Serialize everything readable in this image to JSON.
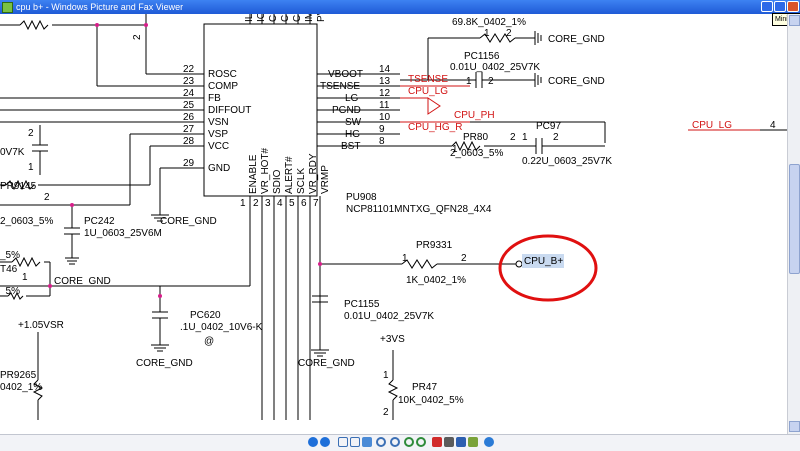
{
  "window": {
    "title": "cpu b+ - Windows Picture and Fax Viewer",
    "tooltip": "Minimize"
  },
  "chip": {
    "pins_top": [
      "ILIM",
      "IOUT",
      "CSCOMP",
      "CSSUM",
      "CSREF",
      "IMAX",
      "PVCC"
    ],
    "pins_left": [
      {
        "num": "22",
        "name": "ROSC"
      },
      {
        "num": "23",
        "name": "COMP"
      },
      {
        "num": "24",
        "name": "FB"
      },
      {
        "num": "25",
        "name": "DIFFOUT"
      },
      {
        "num": "26",
        "name": "VSN"
      },
      {
        "num": "27",
        "name": "VSP"
      },
      {
        "num": "28",
        "name": "VCC"
      },
      {
        "num": "29",
        "name": "GND"
      }
    ],
    "pins_right": [
      {
        "num": "14",
        "name": "VBOOT"
      },
      {
        "num": "13",
        "name": "TSENSE"
      },
      {
        "num": "12",
        "name": "LG"
      },
      {
        "num": "11",
        "name": "PGND"
      },
      {
        "num": "10",
        "name": "SW"
      },
      {
        "num": "9",
        "name": "HG"
      },
      {
        "num": "8",
        "name": "BST"
      }
    ],
    "pins_bottom": [
      {
        "num": "1",
        "name": "ENABLE"
      },
      {
        "num": "2",
        "name": "VR_HOT#"
      },
      {
        "num": "3",
        "name": "SDIO"
      },
      {
        "num": "4",
        "name": "ALERT#"
      },
      {
        "num": "5",
        "name": "SCLK"
      },
      {
        "num": "6",
        "name": "VR_RDY"
      },
      {
        "num": "7",
        "name": "VRMP"
      }
    ],
    "ref": "PU908",
    "part": "NCP81101MNTXG_QFN28_4X4"
  },
  "nets": {
    "tsense": "TSENSE",
    "cpu_lg": "CPU_LG",
    "cpu_ph": "CPU_PH",
    "cpu_hg_r": "CPU_HG_R",
    "cpu_lg_far": "CPU_LG",
    "cpu_lg_far_pin": "4",
    "cpu_bplus": "CPU_B+"
  },
  "labels": {
    "r_top": "69.8K_0402_1%",
    "pc1156": "PC1156",
    "pc1156_val": "0.01U_0402_25V7K",
    "core_gnd": "CORE_GND",
    "pr80": "PR80",
    "pr80_val": "2_0603_5%",
    "pc97": "PC97",
    "pc97_val": "0.22U_0603_25V7K",
    "pr9331": "PR9331",
    "pr9331_val": "1K_0402_1%",
    "pc1155": "PC1155",
    "pc1155_val": "0.01U_0402_25V7K",
    "pc242": "PC242",
    "pc242_val": "1U_0603_25V6M",
    "pc620": "PC620",
    "pc620_val": ".1U_0402_10V6-K",
    "at": "@",
    "pr9145": "PR9145",
    "v105": "+1.05VSR",
    "v3": "+3VS",
    "pr47": "PR47",
    "pr47_val": "10K_0402_5%",
    "pr9265": "PR9265",
    "frag_0402": "0402_1%",
    "frag_v7k": "0V7K",
    "frag_0603": "2_0603_5%",
    "frag_5a": "_5%",
    "frag_5b": "_5%",
    "frag_t46": "T46",
    "pin1": "1",
    "pin2": "2"
  }
}
